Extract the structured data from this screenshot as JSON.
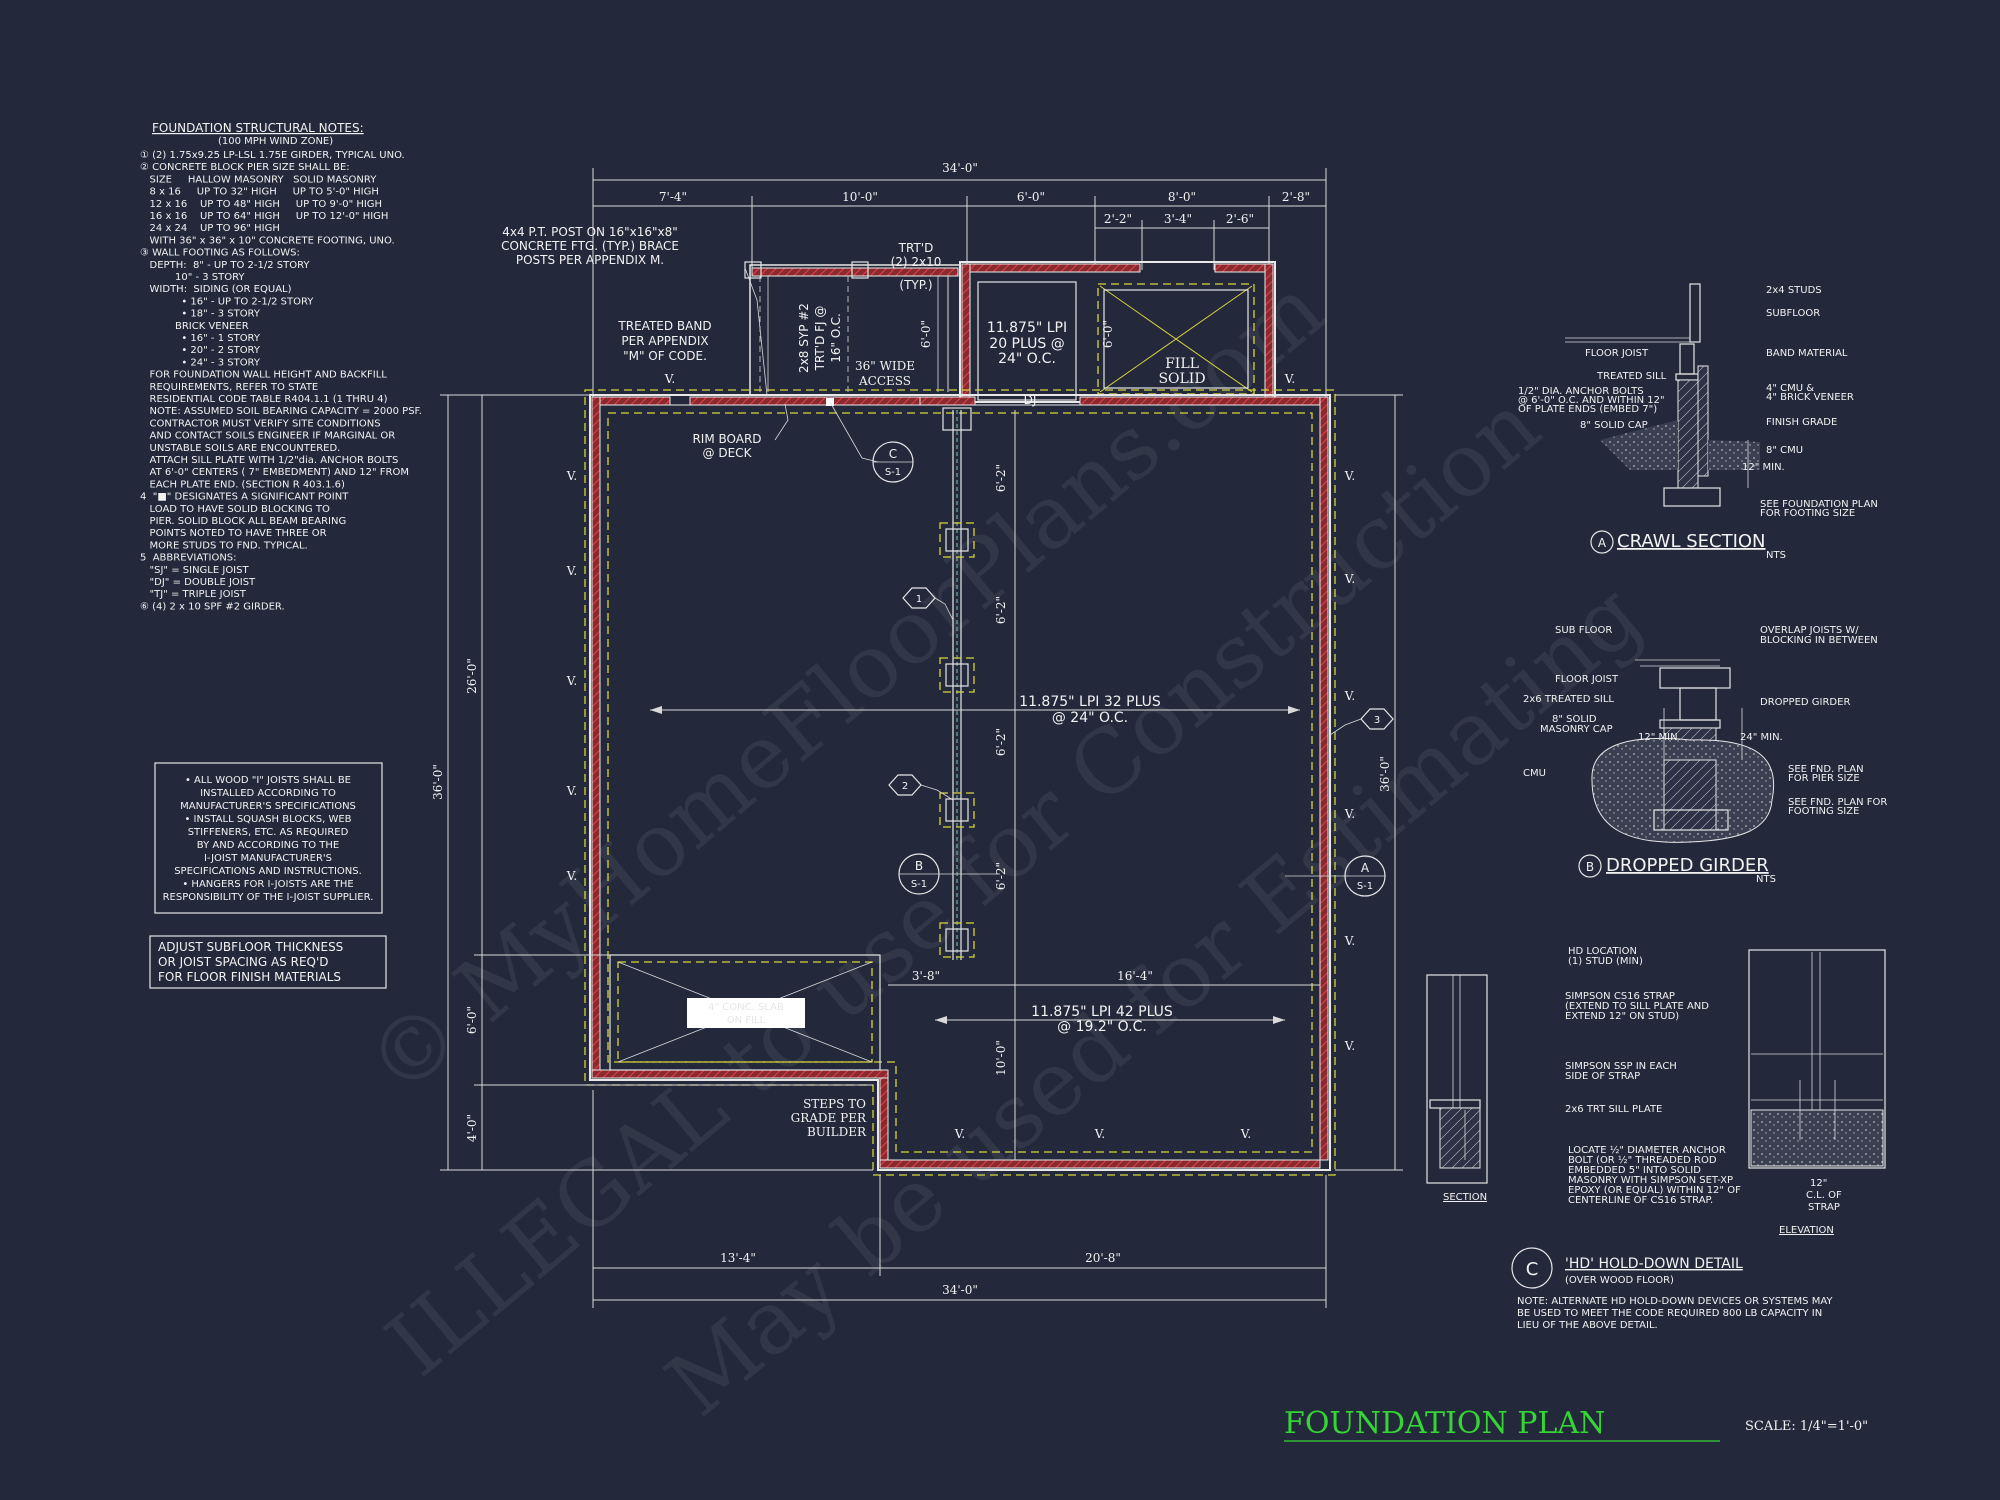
{
  "title": "FOUNDATION PLAN",
  "scale": "SCALE: 1/4\"=1'-0\"",
  "watermark": [
    "© MyHomeFloorPlans.com",
    "ILLEGAL to use for Construction",
    "May be used for Estimating"
  ],
  "colors": {
    "background": "#23283b",
    "line": "#e8e8e8",
    "wall_hatch": "#c8333a",
    "dashed_footing": "#d8d43a",
    "title": "#33d633"
  },
  "notes": {
    "heading": "FOUNDATION STRUCTURAL NOTES:",
    "sub": "(100 MPH WIND ZONE)",
    "lines": [
      "① (2) 1.75x9.25 LP-LSL 1.75E GIRDER, TYPICAL UNO.",
      "② CONCRETE BLOCK PIER SIZE SHALL BE:",
      "   SIZE     HALLOW MASONRY   SOLID MASONRY",
      "   8 x 16     UP TO 32\" HIGH     UP TO 5'-0\" HIGH",
      "   12 x 16    UP TO 48\" HIGH     UP TO 9'-0\" HIGH",
      "   16 x 16    UP TO 64\" HIGH     UP TO 12'-0\" HIGH",
      "   24 x 24    UP TO 96\" HIGH",
      "   WITH 36\" x 36\" x 10\" CONCRETE FOOTING, UNO.",
      "③ WALL FOOTING AS FOLLOWS:",
      "   DEPTH:  8\" - UP TO 2-1/2 STORY",
      "           10\" - 3 STORY",
      "   WIDTH:  SIDING (OR EQUAL)",
      "             • 16\" - UP TO 2-1/2 STORY",
      "             • 18\" - 3 STORY",
      "           BRICK VENEER",
      "             • 16\" - 1 STORY",
      "             • 20\" - 2 STORY",
      "             • 24\" - 3 STORY",
      "   FOR FOUNDATION WALL HEIGHT AND BACKFILL",
      "   REQUIREMENTS, REFER TO STATE",
      "   RESIDENTIAL CODE TABLE R404.1.1 (1 THRU 4)",
      "   NOTE: ASSUMED SOIL BEARING CAPACITY = 2000 PSF.",
      "   CONTRACTOR MUST VERIFY SITE CONDITIONS",
      "   AND CONTACT SOILS ENGINEER IF MARGINAL OR",
      "   UNSTABLE SOILS ARE ENCOUNTERED.",
      "   ATTACH SILL PLATE WITH 1/2\"dia. ANCHOR BOLTS",
      "   AT 6'-0\" CENTERS ( 7\" EMBEDMENT) AND 12\" FROM",
      "   EACH PLATE END. (SECTION R 403.1.6)",
      "4  \"■\" DESIGNATES A SIGNIFICANT POINT",
      "   LOAD TO HAVE SOLID BLOCKING TO",
      "   PIER. SOLID BLOCK ALL BEAM BEARING",
      "   POINTS NOTED TO HAVE THREE OR",
      "   MORE STUDS TO FND. TYPICAL.",
      "5  ABBREVIATIONS:",
      "   \"SJ\" = SINGLE JOIST",
      "   \"DJ\" = DOUBLE JOIST",
      "   \"TJ\" = TRIPLE JOIST",
      "⑥ (4) 2 x 10 SPF #2 GIRDER."
    ]
  },
  "box_note1": [
    "• ALL WOOD \"I\" JOISTS SHALL BE",
    "INSTALLED ACCORDING TO",
    "MANUFACTURER'S SPECIFICATIONS",
    "• INSTALL SQUASH BLOCKS, WEB",
    "STIFFENERS, ETC. AS REQUIRED",
    "BY AND ACCORDING TO THE",
    "I-JOIST MANUFACTURER'S",
    "SPECIFICATIONS AND INSTRUCTIONS.",
    "• HANGERS FOR I-JOISTS ARE THE",
    "RESPONSIBILITY OF THE I-JOIST SUPPLIER."
  ],
  "box_note2": [
    "ADJUST SUBFLOOR THICKNESS",
    "OR JOIST SPACING AS REQ'D",
    "FOR FLOOR FINISH MATERIALS"
  ],
  "plan": {
    "dims_top_overall": "34'-0\"",
    "dims_top": [
      "7'-4\"",
      "10'-0\"",
      "6'-0\"",
      "8'-0\"",
      "2'-8\""
    ],
    "dims_top_sub": [
      "2'-2\"",
      "3'-4\"",
      "2'-6\""
    ],
    "dims_bottom": [
      "13'-4\"",
      "20'-8\""
    ],
    "dims_bottom_overall": "34'-0\"",
    "dims_left_overall": "36'-0\"",
    "dims_left": [
      "26'-0\"",
      "6'-0\"",
      "4'-0\""
    ],
    "dims_right_overall": "36'-0\"",
    "dims_inner": [
      "6'-2\"",
      "6'-2\"",
      "6'-2\"",
      "6'-2\""
    ],
    "dim_3_8": "3'-8\"",
    "dim_16_4": "16'-4\"",
    "dim_10_0": "10'-0\"",
    "dim_6_0_porch": "6'-0\"",
    "dim_6_0_fill": "6'-0\"",
    "label_post": [
      "4x4 P.T. POST ON 16\"x16\"x8\"",
      "CONCRETE FTG. (TYP.) BRACE",
      "POSTS PER APPENDIX M."
    ],
    "label_trtd": [
      "TRT'D",
      "(2) 2x10",
      "(TYP.)"
    ],
    "label_band": [
      "TREATED BAND",
      "PER APPENDIX",
      "\"M\" OF CODE."
    ],
    "label_2x8": [
      "2x8 SYP #2",
      "TRT'D FJ @",
      "16\" O.C."
    ],
    "label_access": [
      "36\" WIDE",
      "ACCESS"
    ],
    "label_lpi20": [
      "11.875\" LPI",
      "20 PLUS @",
      "24\" O.C."
    ],
    "label_fill": [
      "FILL",
      "SOLID"
    ],
    "label_dj": "DJ",
    "label_rim": [
      "RIM BOARD",
      "@ DECK"
    ],
    "label_lpi32": [
      "11.875\" LPI 32 PLUS",
      "@ 24\" O.C."
    ],
    "label_lpi42": [
      "11.875\" LPI 42 PLUS",
      "@ 19.2\" O.C."
    ],
    "label_concrete": [
      "4\" CONC. SLAB",
      "ON FILL"
    ],
    "label_steps": [
      "STEPS TO",
      "GRADE PER",
      "BUILDER"
    ],
    "vent": "V.",
    "callouts": {
      "c": "C",
      "b": "B",
      "a": "A",
      "sheet": "S-1",
      "one": "1",
      "two": "2",
      "three": "3"
    }
  },
  "crawl": {
    "labels": [
      "2x4 STUDS",
      "SUBFLOOR",
      "FLOOR JOIST",
      "BAND MATERIAL",
      "TREATED SILL",
      "4\" CMU &",
      "4\" BRICK VENEER",
      "1/2\" DIA. ANCHOR BOLTS",
      "@ 6'-0\" O.C. AND WITHIN 12\"",
      "OF PLATE ENDS (EMBED 7\")",
      "FINISH GRADE",
      "8\" SOLID CAP",
      "8\" CMU",
      "12\" MIN.",
      "SEE FOUNDATION PLAN",
      "FOR FOOTING SIZE"
    ],
    "title_letter": "A",
    "title": "CRAWL SECTION",
    "nts": "NTS"
  },
  "dropped": {
    "labels": [
      "SUB FLOOR",
      "OVERLAP JOISTS W/",
      "BLOCKING IN BETWEEN",
      "FLOOR JOIST",
      "2x6 TREATED SILL",
      "DROPPED GIRDER",
      "8\" SOLID",
      "MASONRY CAP",
      "12\" MIN.",
      "24\" MIN.",
      "CMU",
      "SEE FND. PLAN",
      "FOR PIER SIZE",
      "SEE FND. PLAN FOR",
      "FOOTING SIZE"
    ],
    "title_letter": "B",
    "title": "DROPPED GIRDER",
    "nts": "NTS"
  },
  "holddown": {
    "labels": [
      "HD LOCATION",
      "(1) STUD (MIN)",
      "SIMPSON CS16 STRAP",
      "(EXTEND TO SILL PLATE AND",
      "EXTEND 12\" ON STUD)",
      "SIMPSON SSP IN EACH",
      "SIDE OF STRAP",
      "2x6 TRT SILL PLATE",
      "LOCATE ½\" DIAMETER ANCHOR",
      "BOLT (OR ½\" THREADED ROD",
      "EMBEDDED 5\" INTO SOLID",
      "MASONRY WITH SIMPSON SET-XP",
      "EPOXY (OR EQUAL) WITHIN 12\" OF",
      "CENTERLINE OF CS16 STRAP.",
      "12\"",
      "C.L. OF",
      "STRAP"
    ],
    "section": "SECTION",
    "elevation": "ELEVATION",
    "title_letter": "C",
    "title": "'HD' HOLD-DOWN DETAIL",
    "sub": "(OVER WOOD FLOOR)",
    "note": [
      "NOTE: ALTERNATE HD HOLD-DOWN DEVICES OR SYSTEMS MAY",
      "BE USED TO MEET THE CODE REQUIRED 800 LB CAPACITY IN",
      "LIEU OF THE ABOVE DETAIL."
    ]
  }
}
